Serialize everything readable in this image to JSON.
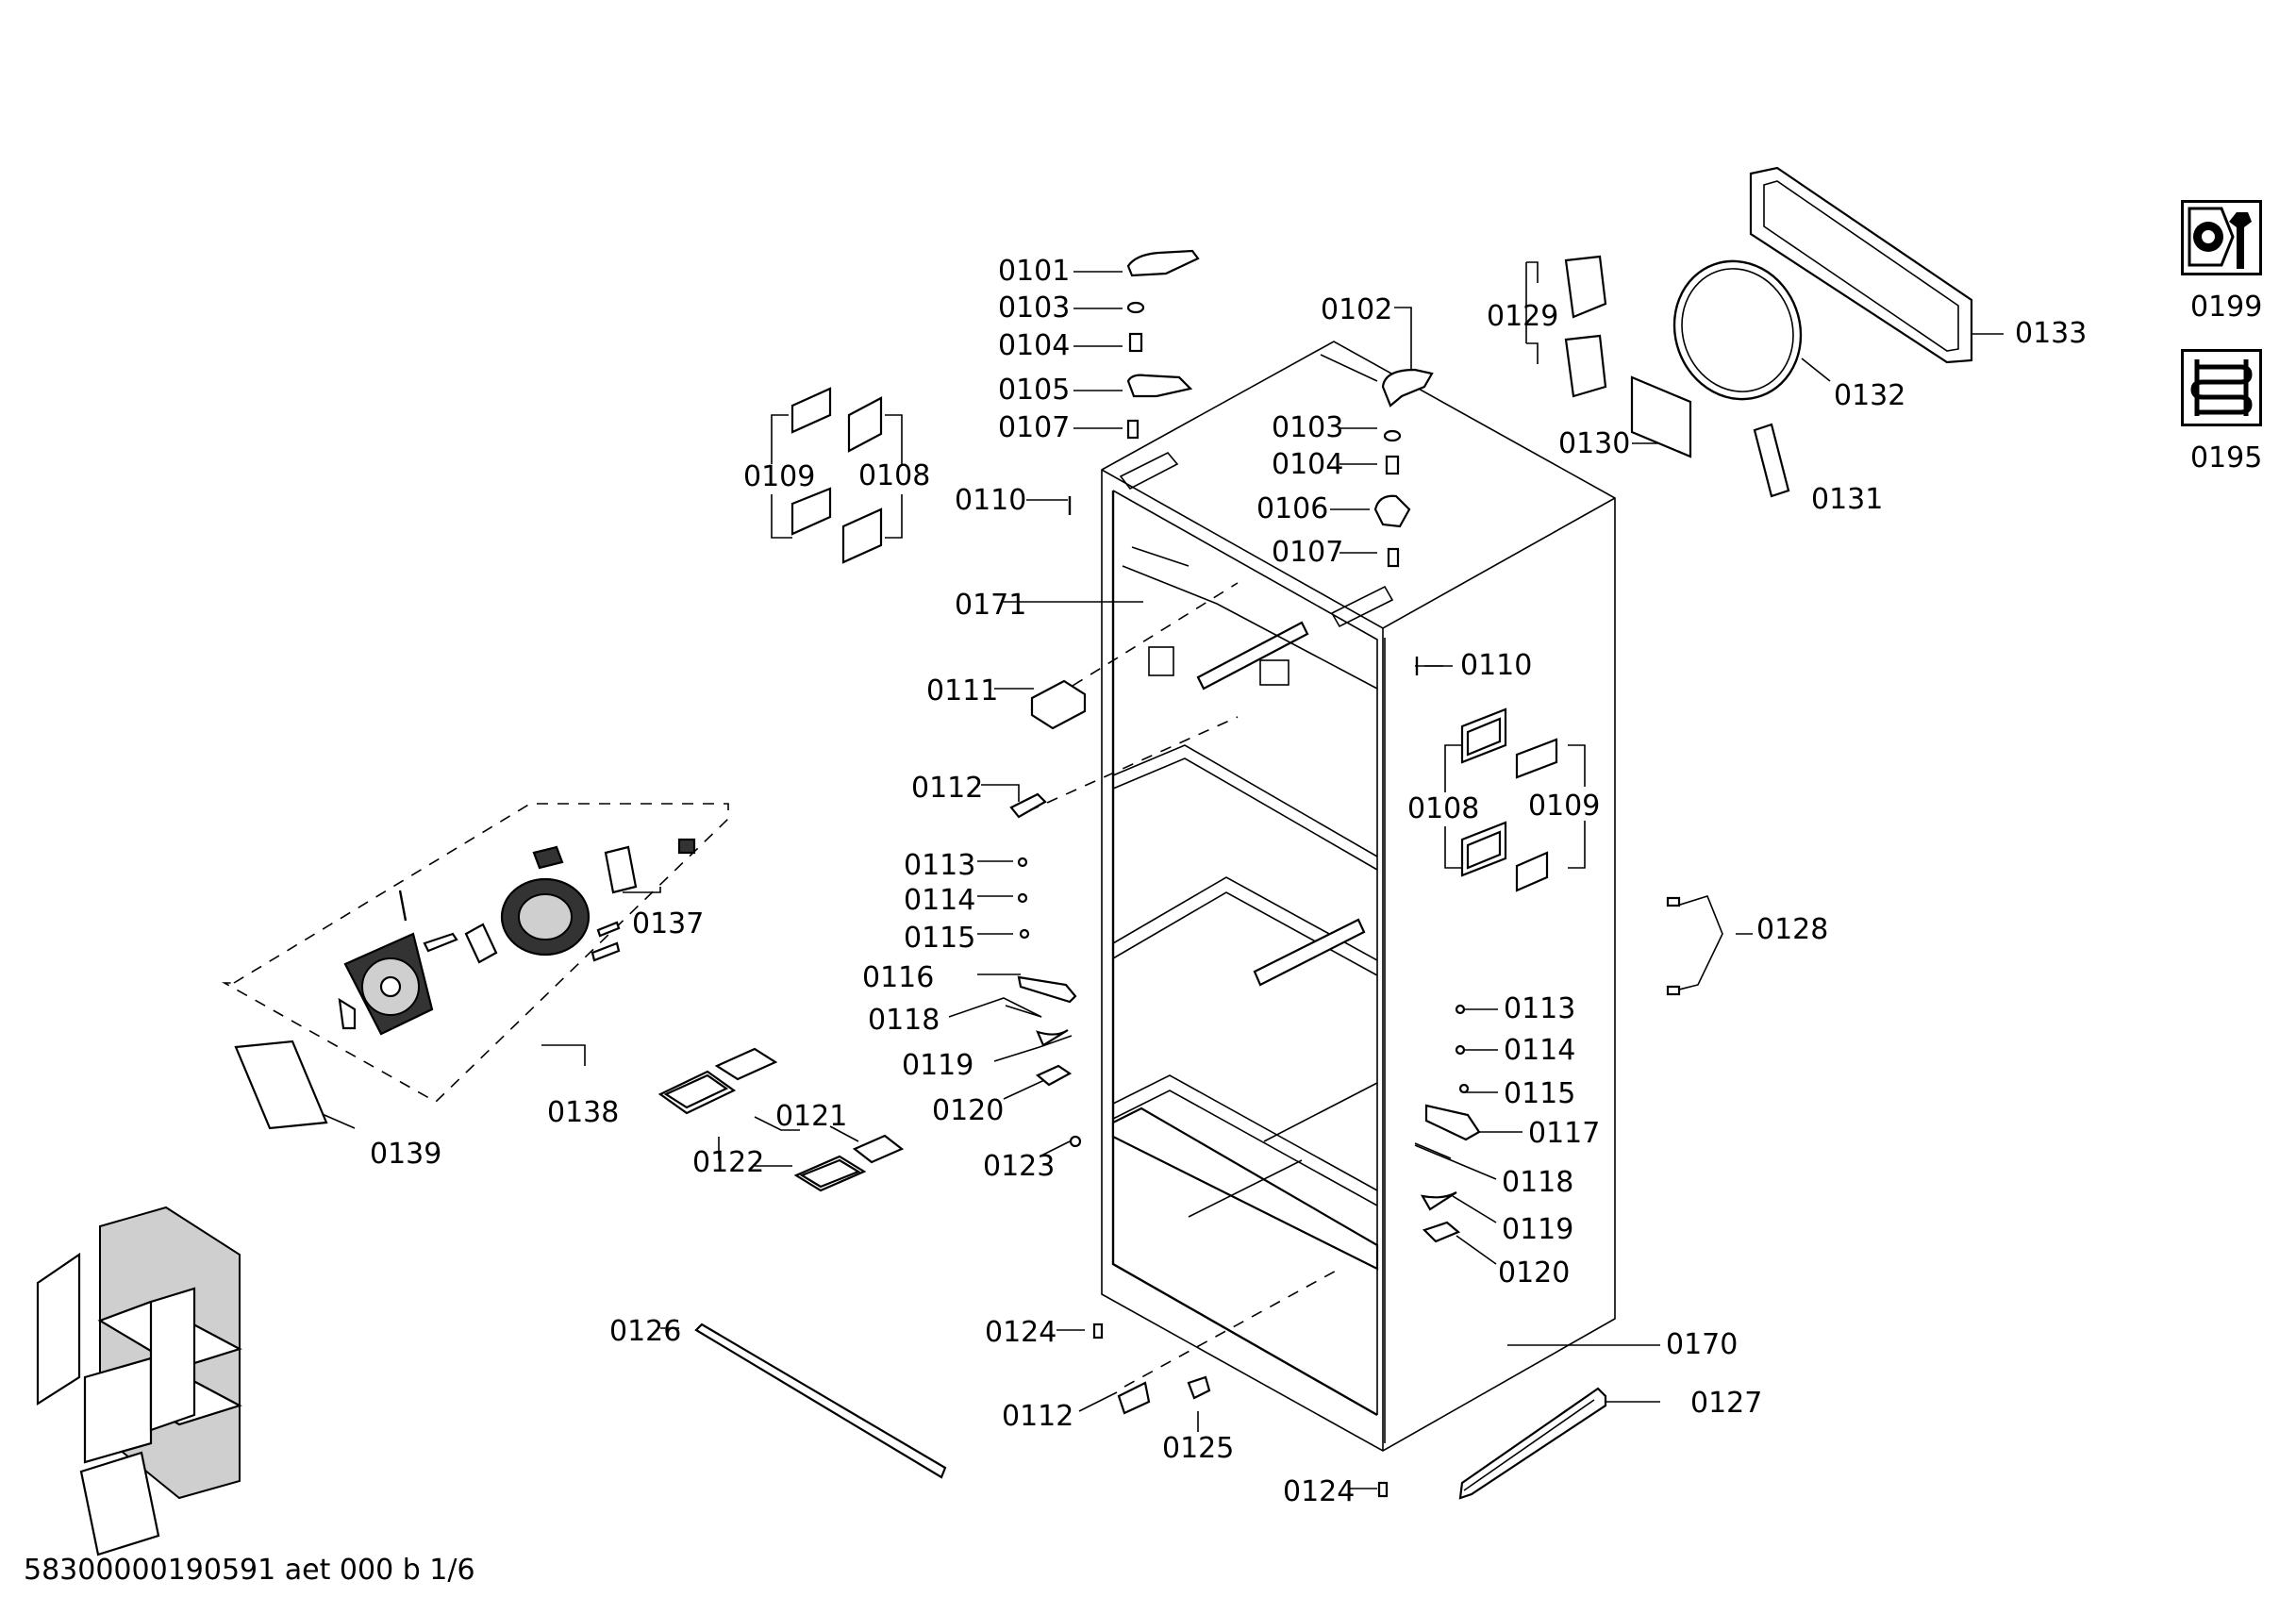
{
  "labels": {
    "l0101": "0101",
    "l0103a": "0103",
    "l0104a": "0104",
    "l0105": "0105",
    "l0107a": "0107",
    "l0102": "0102",
    "l0103b": "0103",
    "l0104b": "0104",
    "l0106": "0106",
    "l0107b": "0107",
    "l0110a": "0110",
    "l0110b": "0110",
    "l0109a": "0109",
    "l0108a": "0108",
    "l0171": "0171",
    "l0111": "0111",
    "l0112a": "0112",
    "l0113a": "0113",
    "l0114a": "0114",
    "l0115a": "0115",
    "l0116": "0116",
    "l0118a": "0118",
    "l0119a": "0119",
    "l0120a": "0120",
    "l0123": "0123",
    "l0121": "0121",
    "l0122": "0122",
    "l0137": "0137",
    "l0138": "0138",
    "l0139": "0139",
    "l0126": "0126",
    "l0124a": "0124",
    "l0112b": "0112",
    "l0125": "0125",
    "l0124b": "0124",
    "l0170": "0170",
    "l0127": "0127",
    "l0108b": "0108",
    "l0109b": "0109",
    "l0113b": "0113",
    "l0114b": "0114",
    "l0115b": "0115",
    "l0117": "0117",
    "l0118b": "0118",
    "l0119b": "0119",
    "l0120b": "0120",
    "l0128": "0128",
    "l0129": "0129",
    "l0130": "0130",
    "l0131": "0131",
    "l0132": "0132",
    "l0133": "0133",
    "l0199": "0199",
    "l0195": "0195"
  },
  "footer": "58300000190591 aet 000 b 1/6",
  "icons": {
    "service": "wrench-service-icon",
    "evaporator": "coil-evaporator-icon"
  }
}
